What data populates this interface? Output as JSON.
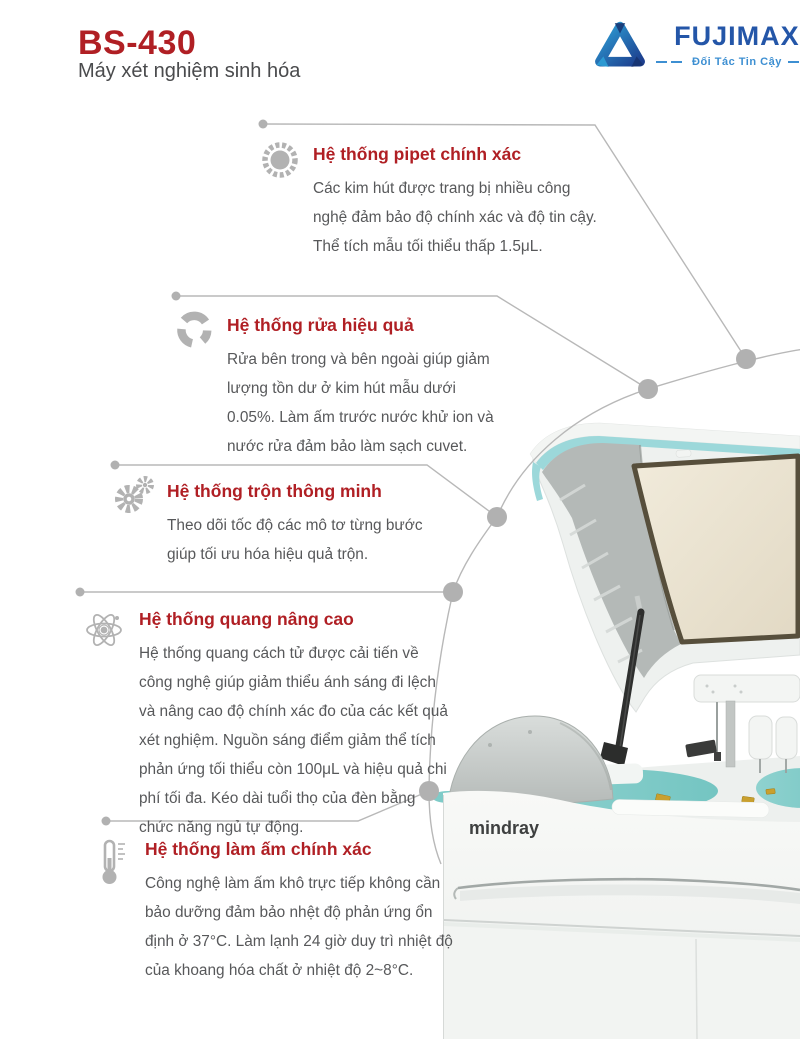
{
  "header": {
    "model": "BS-430",
    "subtitle": "Máy xét nghiệm sinh hóa"
  },
  "logo": {
    "brand": "FUJIMAX",
    "tagline": "Đối Tác Tin Cậy"
  },
  "machine": {
    "brand": "mindray"
  },
  "features": [
    {
      "icon": "sun-pipette-icon",
      "title": "Hệ thống pipet chính xác",
      "body": "Các kim hút được trang bị nhiều công nghệ đảm bảo độ chính xác và độ tin cậy. Thể tích mẫu tối thiểu thấp 1.5μL."
    },
    {
      "icon": "wash-cycle-icon",
      "title": "Hệ thống rửa hiệu quả",
      "body": "Rửa bên trong và bên ngoài giúp giảm lượng tồn dư ở kim hút mẫu dưới 0.05%. Làm ấm trước nước khử ion và nước rửa đảm bảo làm sạch cuvet."
    },
    {
      "icon": "gears-icon",
      "title": "Hệ thống trộn thông minh",
      "body": "Theo dõi tốc độ các mô tơ từng bước giúp tối ưu hóa hiệu quả trộn."
    },
    {
      "icon": "atom-icon",
      "title": "Hệ thống quang nâng cao",
      "body": "Hệ thống quang cách tử được cải tiến về công nghệ giúp giảm thiểu ánh sáng đi lệch và nâng cao độ chính xác đo của các kết quả xét nghiệm. Nguồn sáng điểm giảm thể tích phản ứng tối thiểu còn 100μL và hiệu quả chi phí tối đa. Kéo dài tuổi thọ của đèn bằng chức năng ngủ tự động."
    },
    {
      "icon": "thermometer-icon",
      "title": "Hệ thống làm ấm chính xác",
      "body": "Công nghệ làm ấm khô trực tiếp không cần bảo dưỡng đảm bảo nhệt độ phản ứng ổn định ở 37°C. Làm lạnh 24 giờ duy trì nhiệt độ của khoang hóa chất ở nhiệt độ 2~8°C."
    }
  ],
  "theme": {
    "accent-red": "#b01f24",
    "text-gray": "#57585a",
    "line-gray": "#b5b5b5",
    "icon-gray": "#b2b2b2",
    "logo-blue": "#2456a8",
    "logo-light-blue": "#3d8fd2",
    "mindray-dark": "#3e4040",
    "machine-teal": "#7ecbc8",
    "lid-teal-trim": "#9cd8da"
  }
}
